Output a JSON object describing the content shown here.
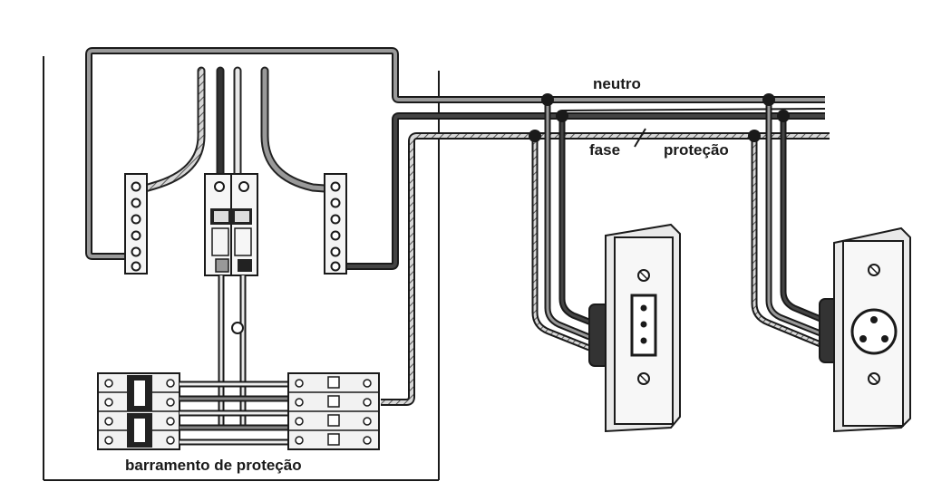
{
  "labels": {
    "neutral": "neutro",
    "phase": "fase",
    "protection": "proteção",
    "protection_bus": "barramento de proteção"
  },
  "colors": {
    "ink": "#1a1a1a",
    "neutral_wire": "#8c8c8c",
    "phase_wire": "#2a2a2a",
    "protection_wire": "#b5b5b5",
    "plate": "#f2f2f2",
    "paper": "#ffffff"
  }
}
